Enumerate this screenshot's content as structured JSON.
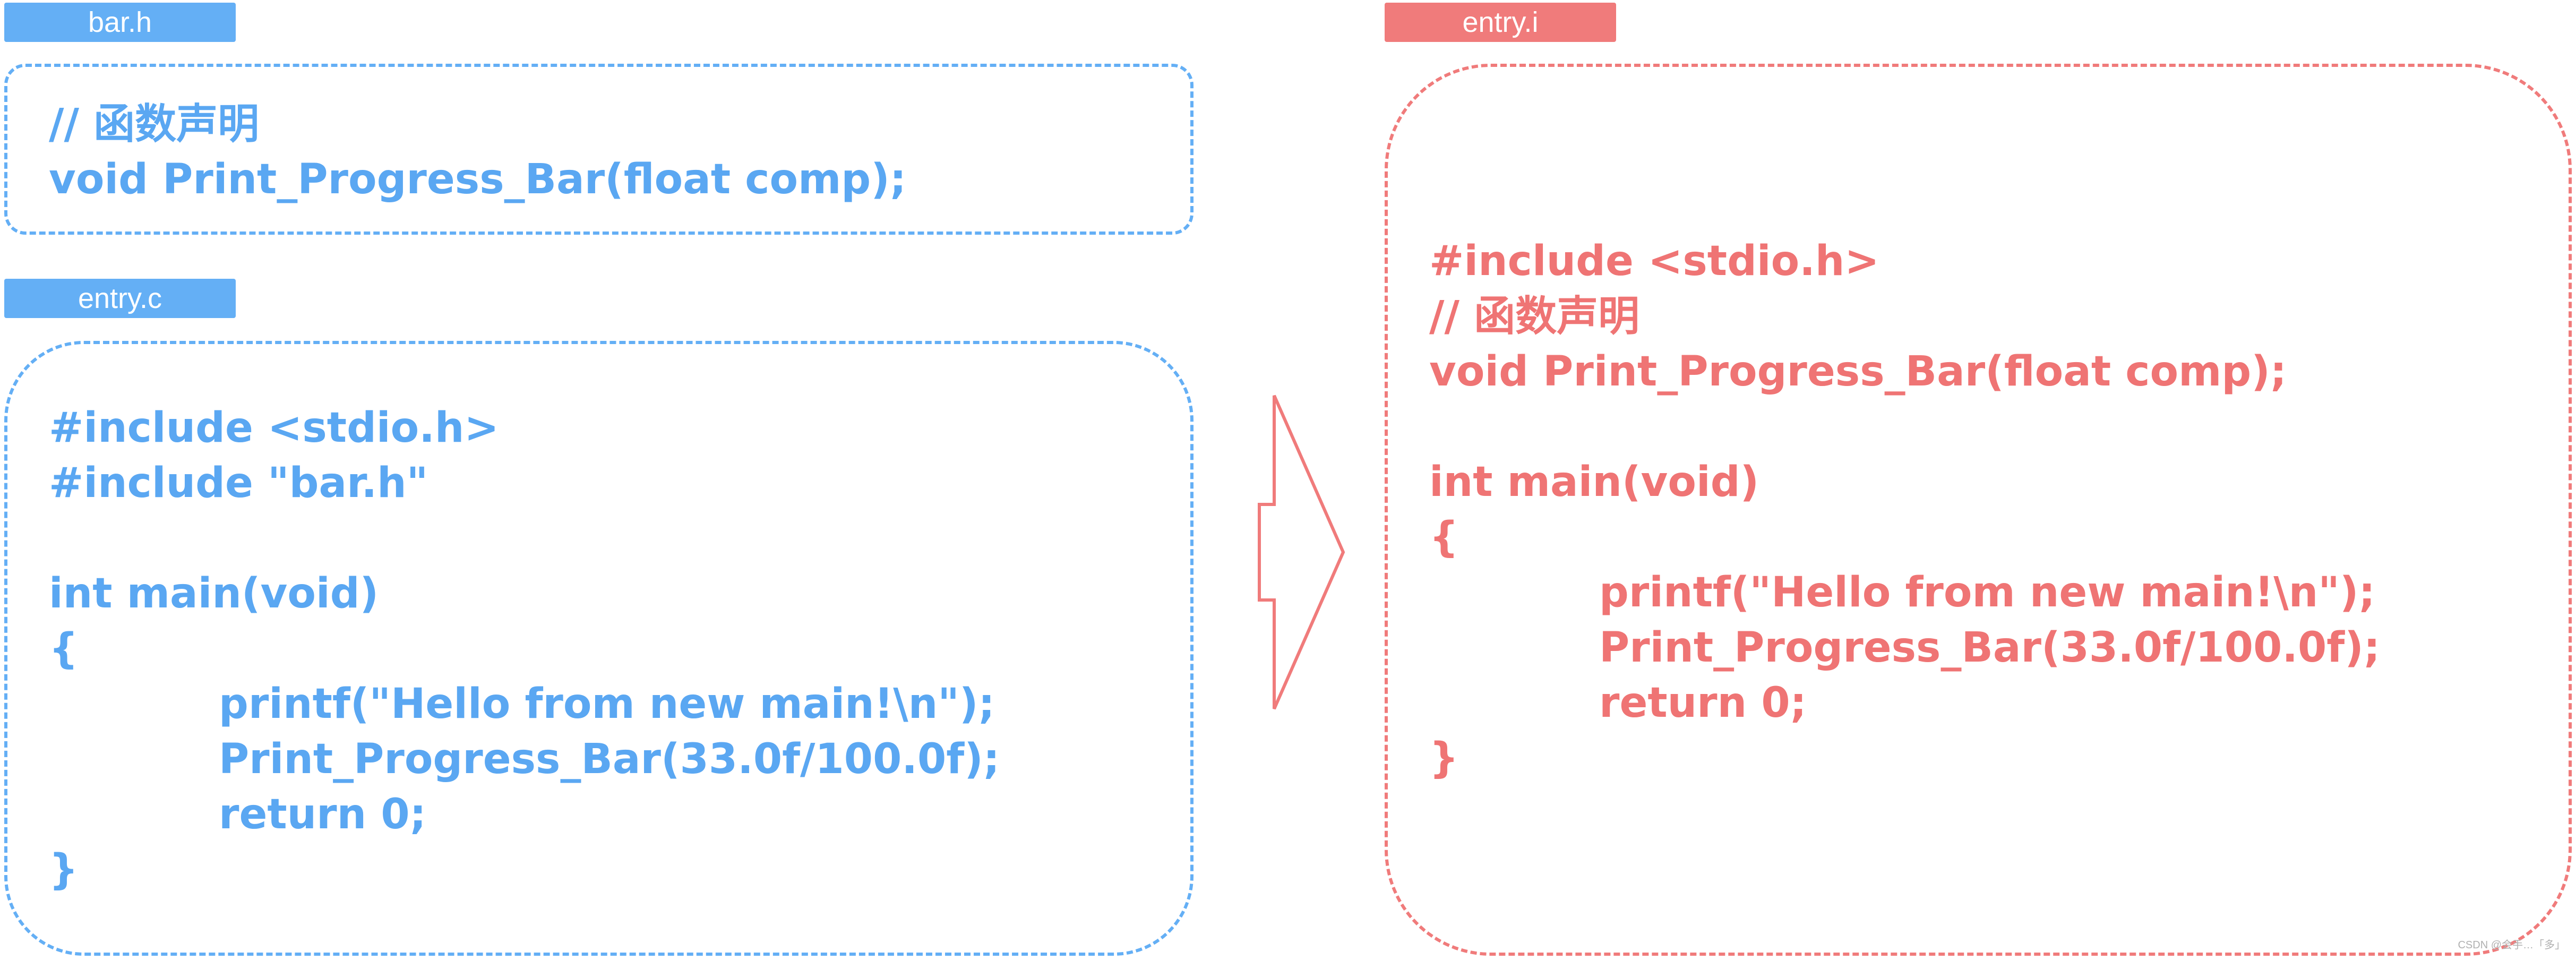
{
  "header_tab": {
    "label": "bar.h",
    "code_lines": [
      "// 函数声明",
      "void Print_Progress_Bar(float comp);"
    ]
  },
  "source_tab": {
    "label": "entry.c",
    "code_lines": [
      "#include <stdio.h>",
      "#include \"bar.h\"",
      "",
      "int main(void)",
      "{",
      "printf(\"Hello from new main!\\n\");",
      "Print_Progress_Bar(33.0f/100.0f);",
      "return 0;",
      "}"
    ]
  },
  "output_tab": {
    "label": "entry.i",
    "code_lines": [
      "#include <stdio.h>",
      "// 函数声明",
      "void Print_Progress_Bar(float comp);",
      "",
      "int main(void)",
      "{",
      "printf(\"Hello from new main!\\n\");",
      "Print_Progress_Bar(33.0f/100.0f);",
      "return 0;",
      "}"
    ]
  },
  "watermark": "CSDN @会手…「多」",
  "colors": {
    "blue": "#64aff5",
    "red": "#f07b7b"
  },
  "icons": {
    "arrow": "right-arrow-icon"
  }
}
